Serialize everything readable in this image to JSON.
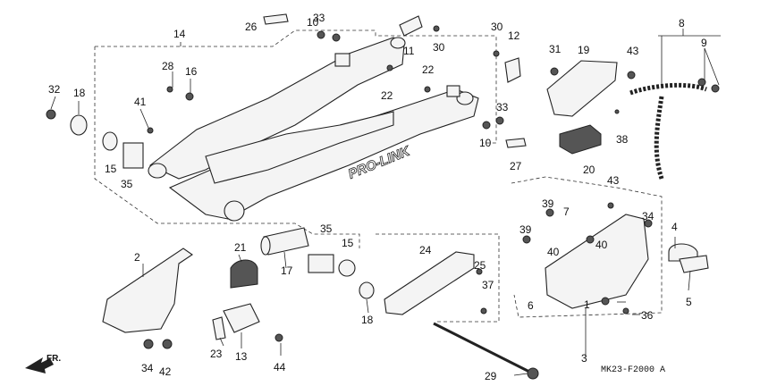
{
  "diagram": {
    "code": "MK23-F2000 A",
    "brand_text": "PRO-LINK",
    "direction_label": "FR.",
    "labels": {
      "l1": "1",
      "l2": "2",
      "l3": "3",
      "l4": "4",
      "l5": "5",
      "l6": "6",
      "l7": "7",
      "l8": "8",
      "l9": "9",
      "l10a": "10",
      "l10b": "10",
      "l11": "11",
      "l12": "12",
      "l13": "13",
      "l14": "14",
      "l15a": "15",
      "l15b": "15",
      "l16": "16",
      "l17": "17",
      "l18a": "18",
      "l18b": "18",
      "l19": "19",
      "l20": "20",
      "l21": "21",
      "l22a": "22",
      "l22b": "22",
      "l23": "23",
      "l24": "24",
      "l25": "25",
      "l26": "26",
      "l27": "27",
      "l28": "28",
      "l29": "29",
      "l30a": "30",
      "l30b": "30",
      "l31": "31",
      "l32": "32",
      "l33a": "33",
      "l33b": "33",
      "l34a": "34",
      "l34b": "34",
      "l35a": "35",
      "l35b": "35",
      "l36": "36",
      "l37": "37",
      "l38": "38",
      "l39a": "39",
      "l39b": "39",
      "l40a": "40",
      "l40b": "40",
      "l41": "41",
      "l42": "42",
      "l43a": "43",
      "l43b": "43",
      "l44": "44"
    }
  }
}
